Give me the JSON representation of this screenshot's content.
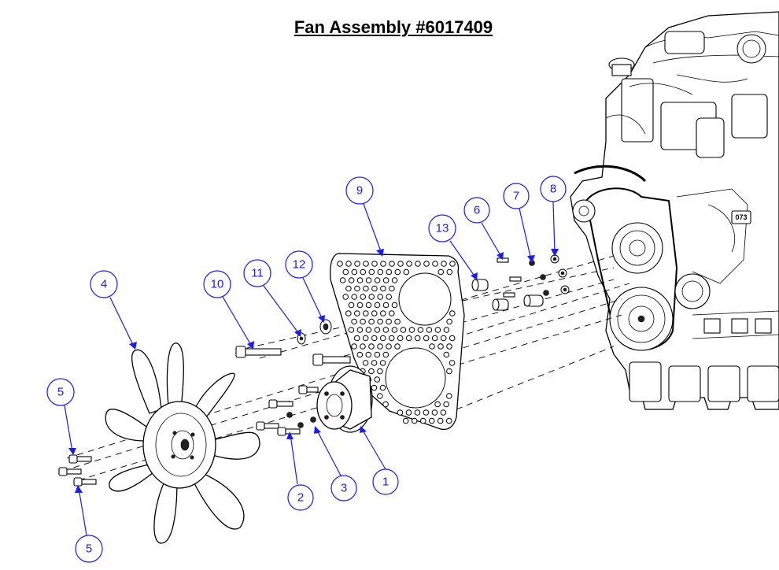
{
  "title": "Fan Assembly #6017409",
  "callouts": [
    {
      "id": "c1",
      "label": "1"
    },
    {
      "id": "c2",
      "label": "2"
    },
    {
      "id": "c3",
      "label": "3"
    },
    {
      "id": "c4",
      "label": "4"
    },
    {
      "id": "c5a",
      "label": "5"
    },
    {
      "id": "c5b",
      "label": "5"
    },
    {
      "id": "c6",
      "label": "6"
    },
    {
      "id": "c7",
      "label": "7"
    },
    {
      "id": "c8",
      "label": "8"
    },
    {
      "id": "c9",
      "label": "9"
    },
    {
      "id": "c10",
      "label": "10"
    },
    {
      "id": "c11",
      "label": "11"
    },
    {
      "id": "c12",
      "label": "12"
    },
    {
      "id": "c13",
      "label": "13"
    }
  ],
  "engine_tag": "073",
  "colors": {
    "callout": "#1a1aff",
    "line": "#000000",
    "background": "#ffffff"
  }
}
